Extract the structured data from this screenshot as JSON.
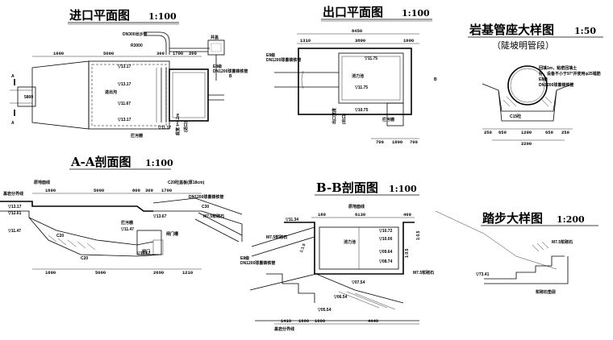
{
  "inlet_plan": {
    "title": "进口平面图",
    "scale": "1:100",
    "pipe_label": "DN300出沙管",
    "dims": [
      "1600",
      "5000",
      "300",
      "1700",
      "200",
      "5800"
    ],
    "elev": [
      "▽13.17",
      "▽13.17",
      "▽11.67",
      "▽13.17",
      "▽11.17"
    ],
    "text": [
      "井盖",
      "拦污栅",
      "DN1200球墨铸铁管",
      "E8级",
      "底宽 t=4.2m",
      "(进口)",
      "进出沟",
      "R3000",
      "A",
      "A",
      "B"
    ]
  },
  "outlet_plan": {
    "title": "出口平面图",
    "scale": "1:100",
    "dims": [
      "8450",
      "1310",
      "3800",
      "1000",
      "700",
      "1800",
      "700"
    ],
    "elev": [
      "▽11.75",
      "▽11.75",
      "▽10.75"
    ],
    "text": [
      "E8级",
      "DN1200球墨铸铁管",
      "消力池",
      "拦污栅",
      "出口宽度",
      "(出口)",
      "B"
    ]
  },
  "rock_detail": {
    "title": "岩基管座大样图",
    "scale": "1:50",
    "subtitle": "（陡坡明管段）",
    "dims": [
      "250",
      "650",
      "1200",
      "650",
      "250",
      "2200"
    ],
    "text": [
      "回填1m，粘密回填土",
      "并，设备不小于97°并使用φ25锚筋",
      "E8级",
      "DN1200球墨铸铁管",
      "C15砼"
    ]
  },
  "section_aa": {
    "title": "A-A剖面图",
    "scale": "1:100",
    "dims_top": [
      "1600",
      "5000",
      "800",
      "300",
      "1700"
    ],
    "dims_bottom": [
      "1600",
      "5000",
      "2690",
      "1210"
    ],
    "elev": [
      "▽13.17",
      "▽12.61",
      "▽11.47",
      "▽11.47",
      "▽10.67",
      "▽13.67"
    ],
    "text": [
      "基岩分界线",
      "原地面线",
      "C20砼盖板(厚18cm)",
      "DN1200球墨铸铁管",
      "拦污栅",
      "闸门槽",
      "闸门",
      "M7.5浆砌石",
      "C20",
      "C20",
      "C30"
    ]
  },
  "section_bb": {
    "title": "B-B剖面图",
    "scale": "1:100",
    "dims_top": [
      "180",
      "6130",
      "400"
    ],
    "dims_bottom": [
      "1410",
      "1000",
      "1000",
      "4440"
    ],
    "elev": [
      "▽11.34",
      "▽10.72",
      "▽10.00",
      "▽09.64",
      "▽08.74",
      "▽07.54",
      "▽06.54",
      "▽05.54"
    ],
    "text": [
      "原地面线",
      "消力池",
      "E8级",
      "DN1200球墨铸铁管",
      "M7.5浆砌石",
      "M7.5浆砌石",
      "基岩分界线",
      "1:1.5",
      "1:0.5",
      "1:0.5"
    ]
  },
  "step_detail": {
    "title": "踏步大样图",
    "scale": "1:200",
    "elev": [
      "▽73.41"
    ],
    "text": [
      "M7.5浆砌石",
      "浆砌石垫层"
    ]
  }
}
